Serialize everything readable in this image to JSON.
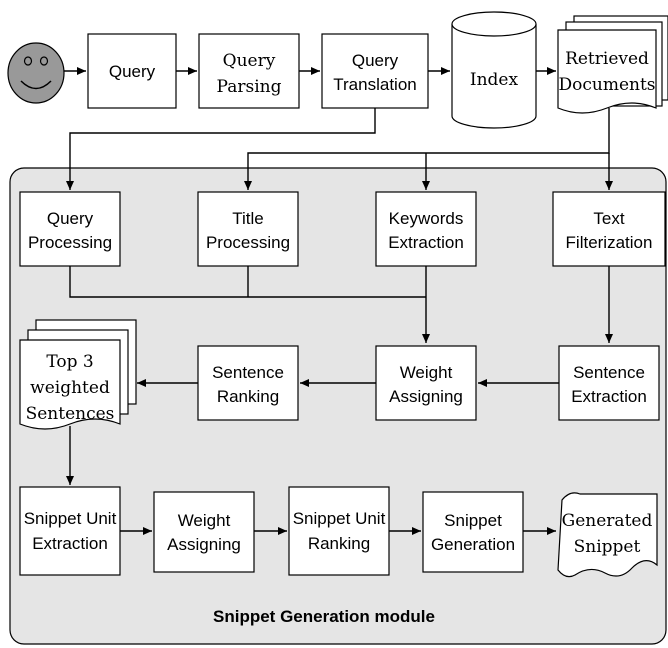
{
  "colors": {
    "module_fill": "#e5e5e5",
    "face_fill": "#999999",
    "stroke": "#000000"
  },
  "icons": {
    "user": "smiley-face-icon"
  },
  "top_row": {
    "query": "Query",
    "query_parsing": [
      "Query",
      "Parsing"
    ],
    "query_translation": [
      "Query",
      "Translation"
    ],
    "index": "Index",
    "retrieved_documents": [
      "Retrieved",
      "Documents"
    ]
  },
  "module": {
    "title": "Snippet Generation module",
    "query_processing": [
      "Query",
      "Processing"
    ],
    "title_processing": [
      "Title",
      "Processing"
    ],
    "keywords_extraction": [
      "Keywords",
      "Extraction"
    ],
    "text_filterization": [
      "Text",
      "Filterization"
    ],
    "top_sentences": [
      "Top 3",
      "weighted",
      "Sentences"
    ],
    "sentence_ranking": [
      "Sentence",
      "Ranking"
    ],
    "weight_assigning": [
      "Weight",
      "Assigning"
    ],
    "sentence_extraction": [
      "Sentence",
      "Extraction"
    ],
    "snippet_unit_extraction": [
      "Snippet Unit",
      "Extraction"
    ],
    "weight_assigning_2": [
      "Weight",
      "Assigning"
    ],
    "snippet_unit_ranking": [
      "Snippet Unit",
      "Ranking"
    ],
    "snippet_generation": [
      "Snippet",
      "Generation"
    ],
    "generated_snippet": [
      "Generated",
      "Snippet"
    ]
  }
}
